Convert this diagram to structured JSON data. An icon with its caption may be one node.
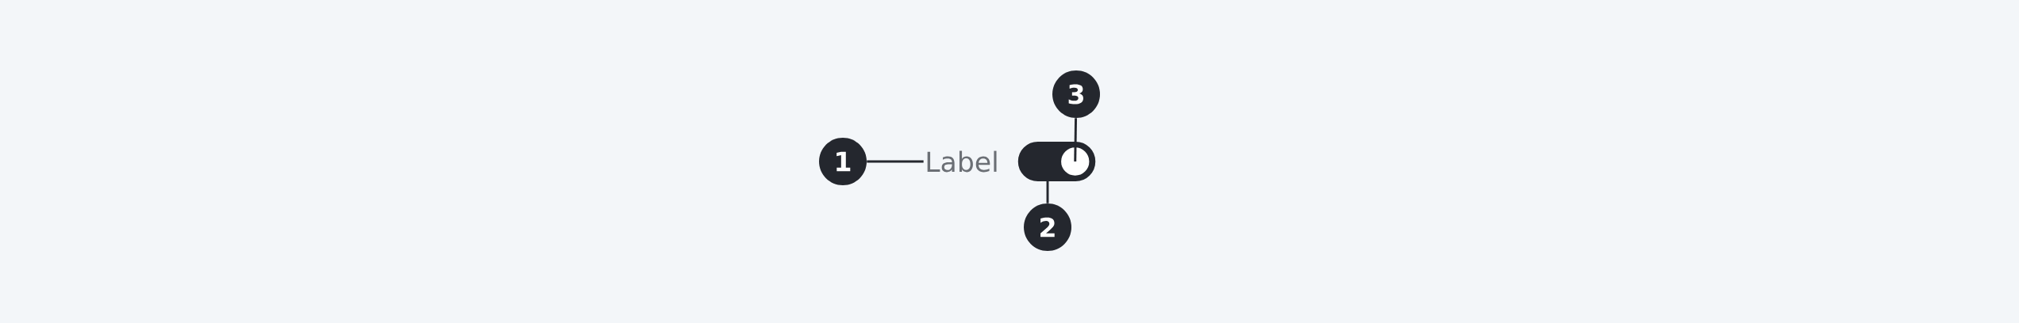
{
  "diagram": {
    "nodes": [
      {
        "text": [
          "1"
        ]
      },
      {
        "text": [
          "Label"
        ]
      },
      {
        "text": [
          "2"
        ]
      },
      {
        "text": [
          "3"
        ]
      },
      {
        "text": [],
        "shape": "box"
      },
      {
        "text": [],
        "shape": "circle",
        "in": 4
      }
    ],
    "edges": [
      {
        "from": 0,
        "to": 1,
        "arrow": "none"
      },
      {
        "from": 2,
        "to": 4,
        "arrow": "none"
      },
      {
        "from": 3,
        "to": 5,
        "arrow": "none"
      }
    ]
  }
}
